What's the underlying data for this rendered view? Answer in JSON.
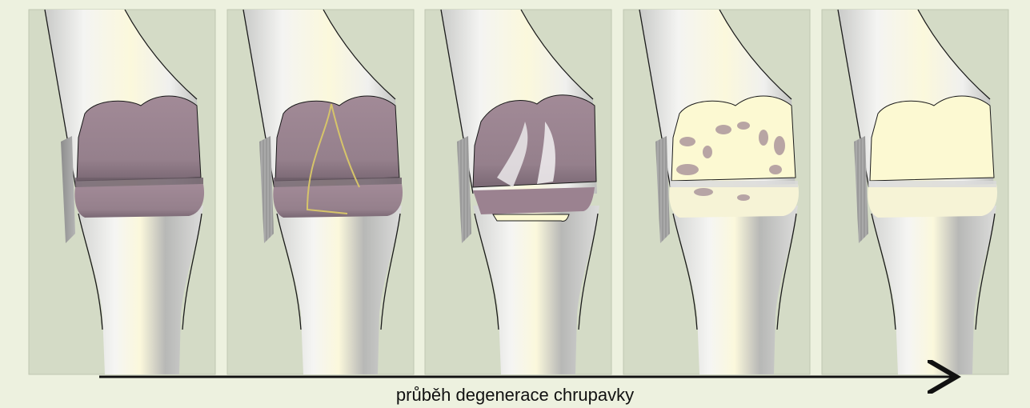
{
  "figure": {
    "caption": "průběh degenerace chrupavky",
    "panel_count": 5,
    "stages": [
      {
        "id": 1,
        "cartilage": "intact"
      },
      {
        "id": 2,
        "cartilage": "fissured"
      },
      {
        "id": 3,
        "cartilage": "eroded"
      },
      {
        "id": 4,
        "cartilage": "patchy remnants"
      },
      {
        "id": 5,
        "cartilage": "lost"
      }
    ]
  },
  "colors": {
    "background": "#edf1df",
    "panel": "#d4dbc6",
    "bone": "#f2f2f0",
    "bone_shadow": "#b9bab8",
    "marrow": "#fbf8d8",
    "cartilage": "#9b8290",
    "cartilage_dark": "#6f5f6a",
    "exposed_bone": "#fcf9d2",
    "fissure": "#d6c46a",
    "meniscus": "#9c9c9c",
    "arrow": "#111111"
  }
}
